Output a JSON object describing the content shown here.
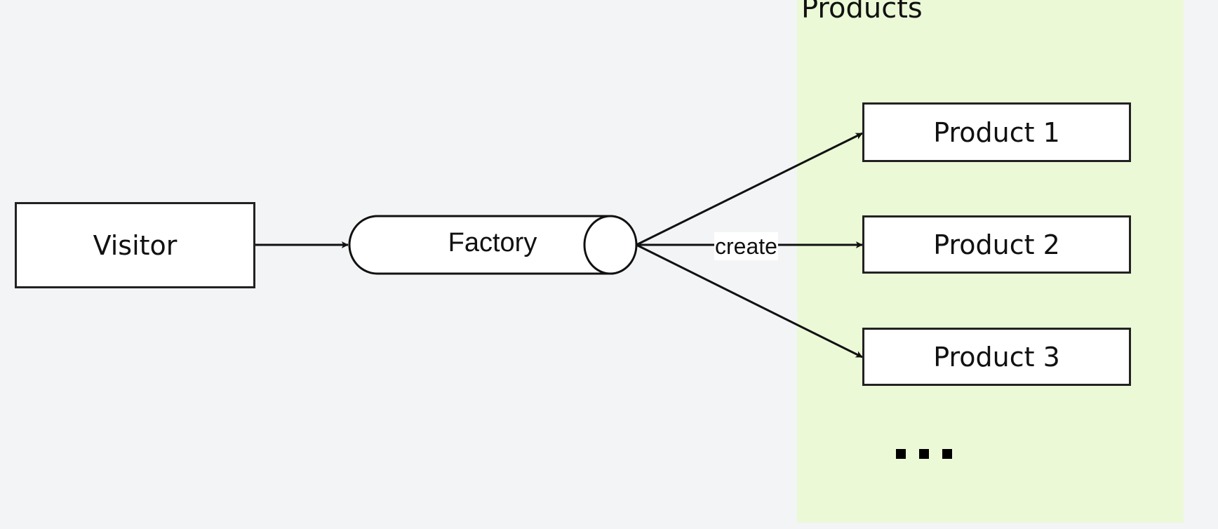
{
  "diagram": {
    "nodes": {
      "visitor": {
        "label": "Visitor"
      },
      "factory": {
        "label": "Factory"
      },
      "product1": {
        "label": "Product 1"
      },
      "product2": {
        "label": "Product 2"
      },
      "product3": {
        "label": "Product 3"
      },
      "more": {
        "label": "..."
      }
    },
    "group": {
      "title": "Products",
      "color": "#ebf9d7"
    },
    "edges": [
      {
        "from": "visitor",
        "to": "factory",
        "label": ""
      },
      {
        "from": "factory",
        "to": "product1",
        "label": ""
      },
      {
        "from": "factory",
        "to": "product2",
        "label": "create"
      },
      {
        "from": "factory",
        "to": "product3",
        "label": ""
      }
    ],
    "background_color": "#f3f4f6"
  }
}
